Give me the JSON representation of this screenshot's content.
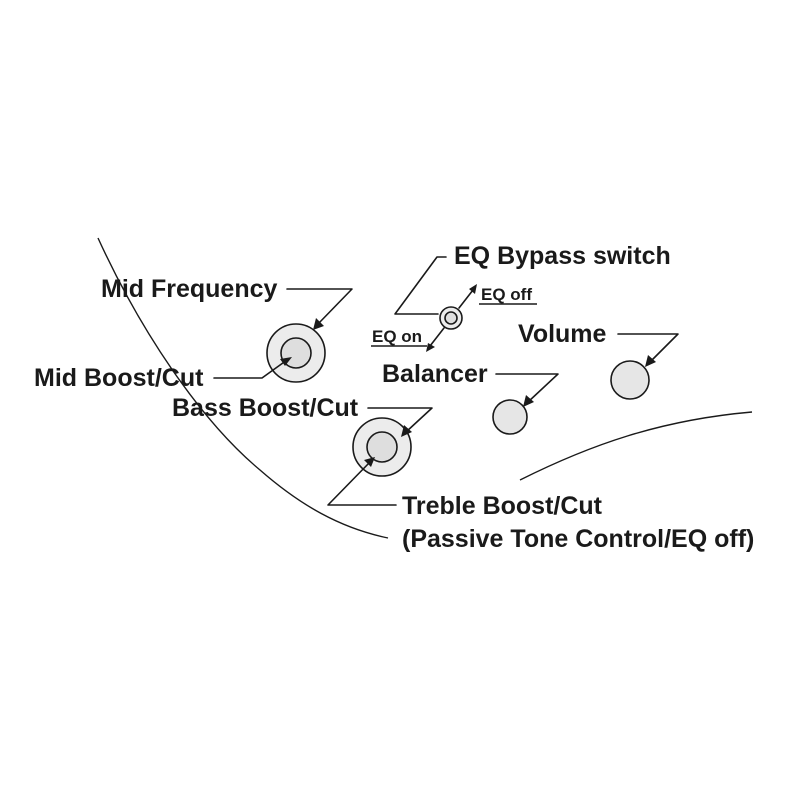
{
  "labels": {
    "eq_bypass_switch": "EQ Bypass switch",
    "eq_off": "EQ off",
    "eq_on": "EQ on",
    "mid_frequency": "Mid Frequency",
    "mid_boost_cut": "Mid Boost/Cut",
    "bass_boost_cut": "Bass Boost/Cut",
    "volume": "Volume",
    "balancer": "Balancer",
    "treble_boost_cut": "Treble Boost/Cut",
    "treble_note": "(Passive Tone Control/EQ off)"
  },
  "colors": {
    "ink": "#1a1a1a",
    "knob_fill": "#ececec",
    "background": "#ffffff"
  }
}
